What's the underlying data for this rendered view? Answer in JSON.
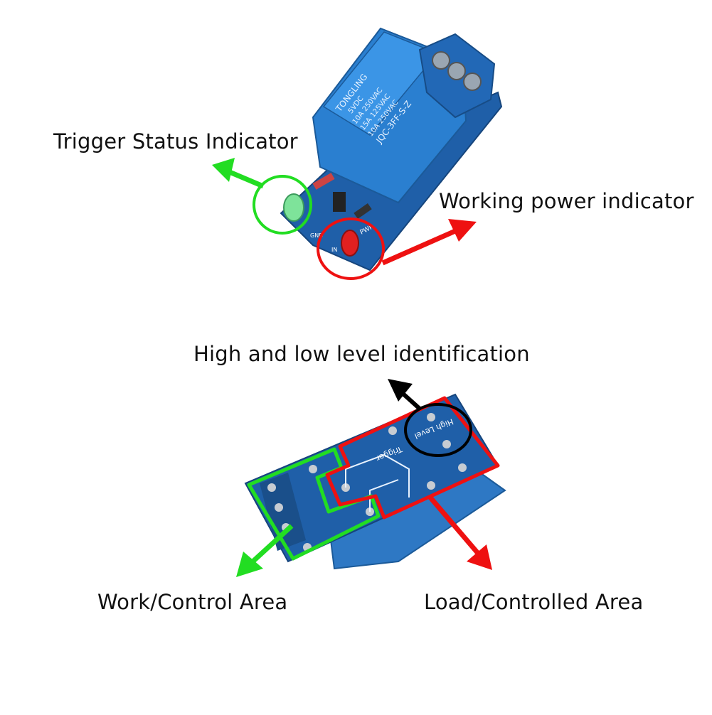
{
  "labels": {
    "trigger_status": "Trigger Status Indicator",
    "working_power": "Working power indicator",
    "level_identification": "High and low level identification",
    "work_control_area": "Work/Control Area",
    "load_controlled_area": "Load/Controlled Area"
  },
  "relay_markings": {
    "brand": "TONGLING",
    "voltage": "5VDC",
    "rating_1": "10A 250VAC",
    "rating_2": "15A 125VAC",
    "rating_3": "10A 250VAC",
    "model": "JQC-3FF-S-Z"
  },
  "pcb_markings": {
    "pwr": "PWR",
    "in": "IN",
    "gnd": "GND",
    "high_level": "High Level",
    "trigger": "Trigger"
  },
  "colors": {
    "trigger_marker": "#22dd22",
    "power_marker": "#ee1111",
    "level_marker": "#000000",
    "pcb_blue": "#1f5fa8",
    "relay_blue": "#2a7fd0"
  }
}
